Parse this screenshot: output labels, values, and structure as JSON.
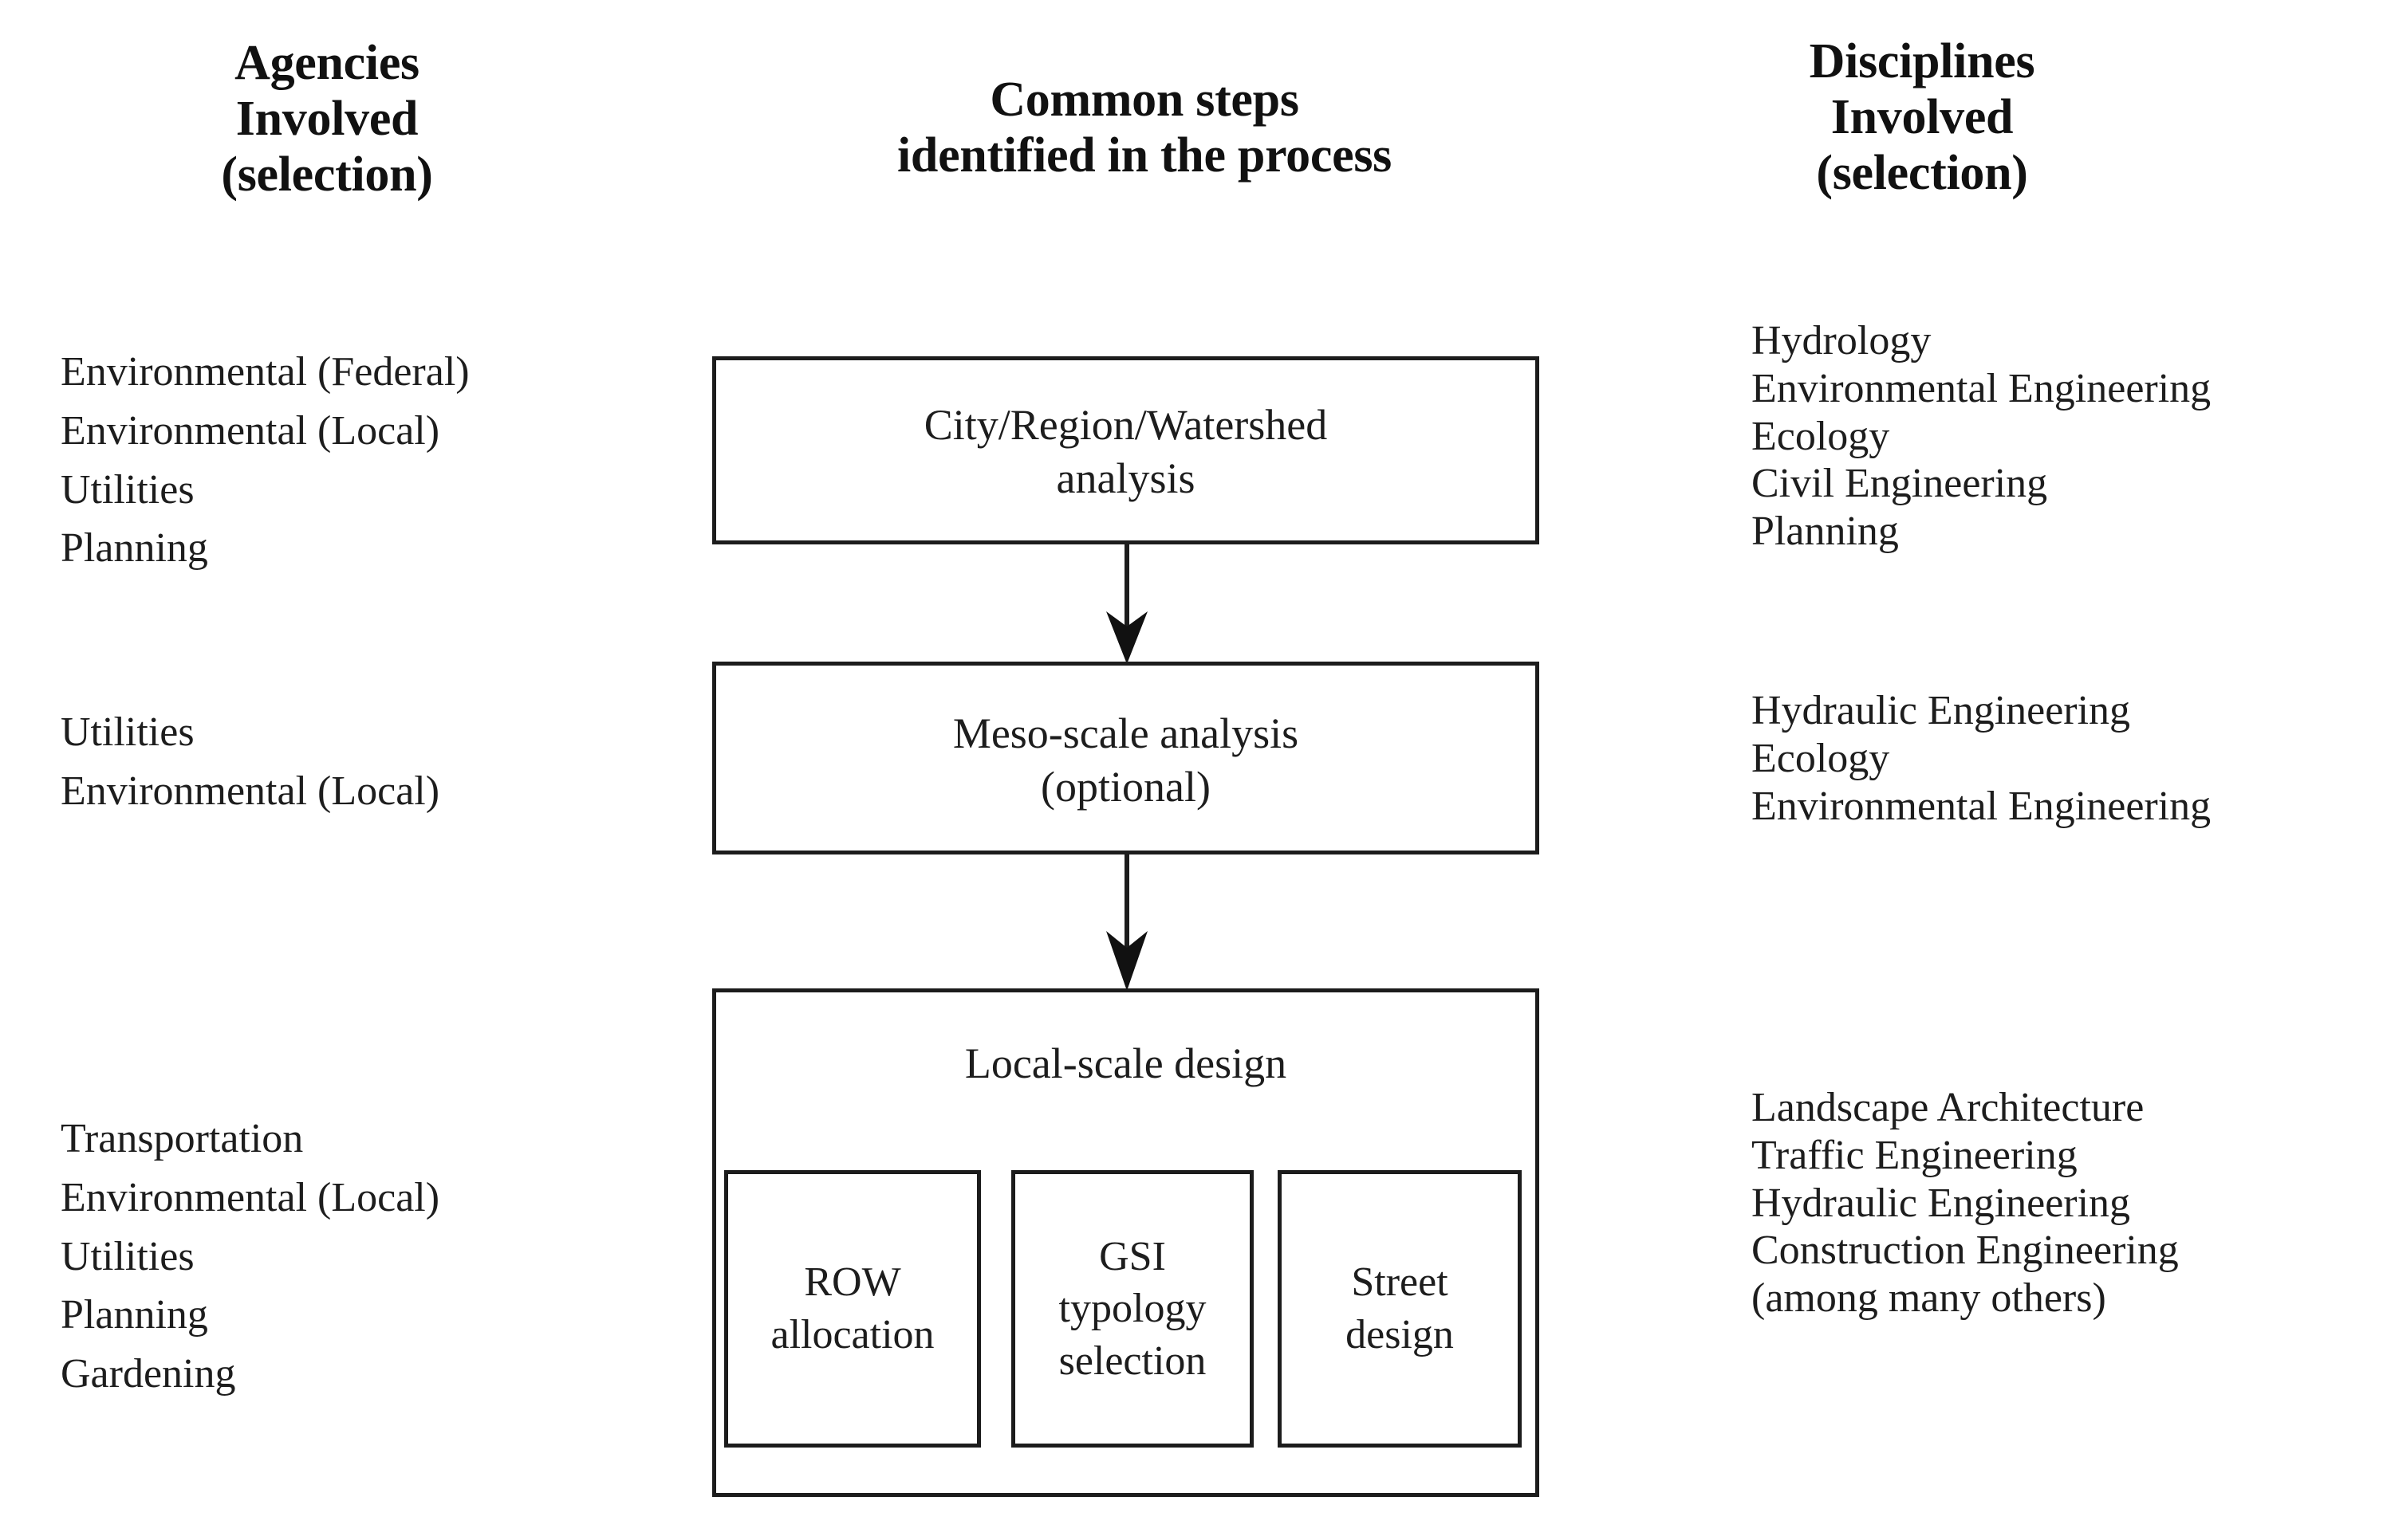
{
  "headers": {
    "agencies": "Agencies\nInvolved\n(selection)",
    "agencies_lines": [
      "Agencies",
      "Involved",
      "(selection)"
    ],
    "steps": "Common steps\nidentified in the process",
    "steps_lines": [
      "Common steps",
      "identified in the process"
    ],
    "disciplines": "Disciplines\nInvolved\n(selection)",
    "disciplines_lines": [
      "Disciplines",
      "Involved",
      "(selection)"
    ]
  },
  "agencies": {
    "group1": [
      "Environmental (Federal)",
      "Environmental (Local)",
      "Utilities",
      "Planning"
    ],
    "group2": [
      "Utilities",
      "Environmental (Local)"
    ],
    "group3": [
      "Transportation",
      "Environmental (Local)",
      "Utilities",
      "Planning",
      "Gardening"
    ]
  },
  "disciplines": {
    "group1": [
      "Hydrology",
      "Environmental Engineering",
      "Ecology",
      "Civil Engineering",
      "Planning"
    ],
    "group2": [
      "Hydraulic Engineering",
      "Ecology",
      "Environmental Engineering"
    ],
    "group3": [
      "Landscape Architecture",
      "Traffic Engineering",
      "Hydraulic Engineering",
      "Construction Engineering",
      "(among many others)"
    ]
  },
  "steps": {
    "city": {
      "line1": "City/Region/Watershed",
      "line2": "analysis"
    },
    "meso": {
      "line1": "Meso-scale analysis",
      "line2": "(optional)"
    },
    "local": {
      "title": "Local-scale design"
    },
    "sub": [
      {
        "line1": "ROW",
        "line2": "allocation"
      },
      {
        "line1": "GSI",
        "line2": "typology",
        "line3": "selection"
      },
      {
        "line1": "Street",
        "line2": "design"
      }
    ]
  },
  "colors": {
    "stroke": "#1c1c1c",
    "text": "#1d1d1d",
    "background": "#ffffff"
  }
}
